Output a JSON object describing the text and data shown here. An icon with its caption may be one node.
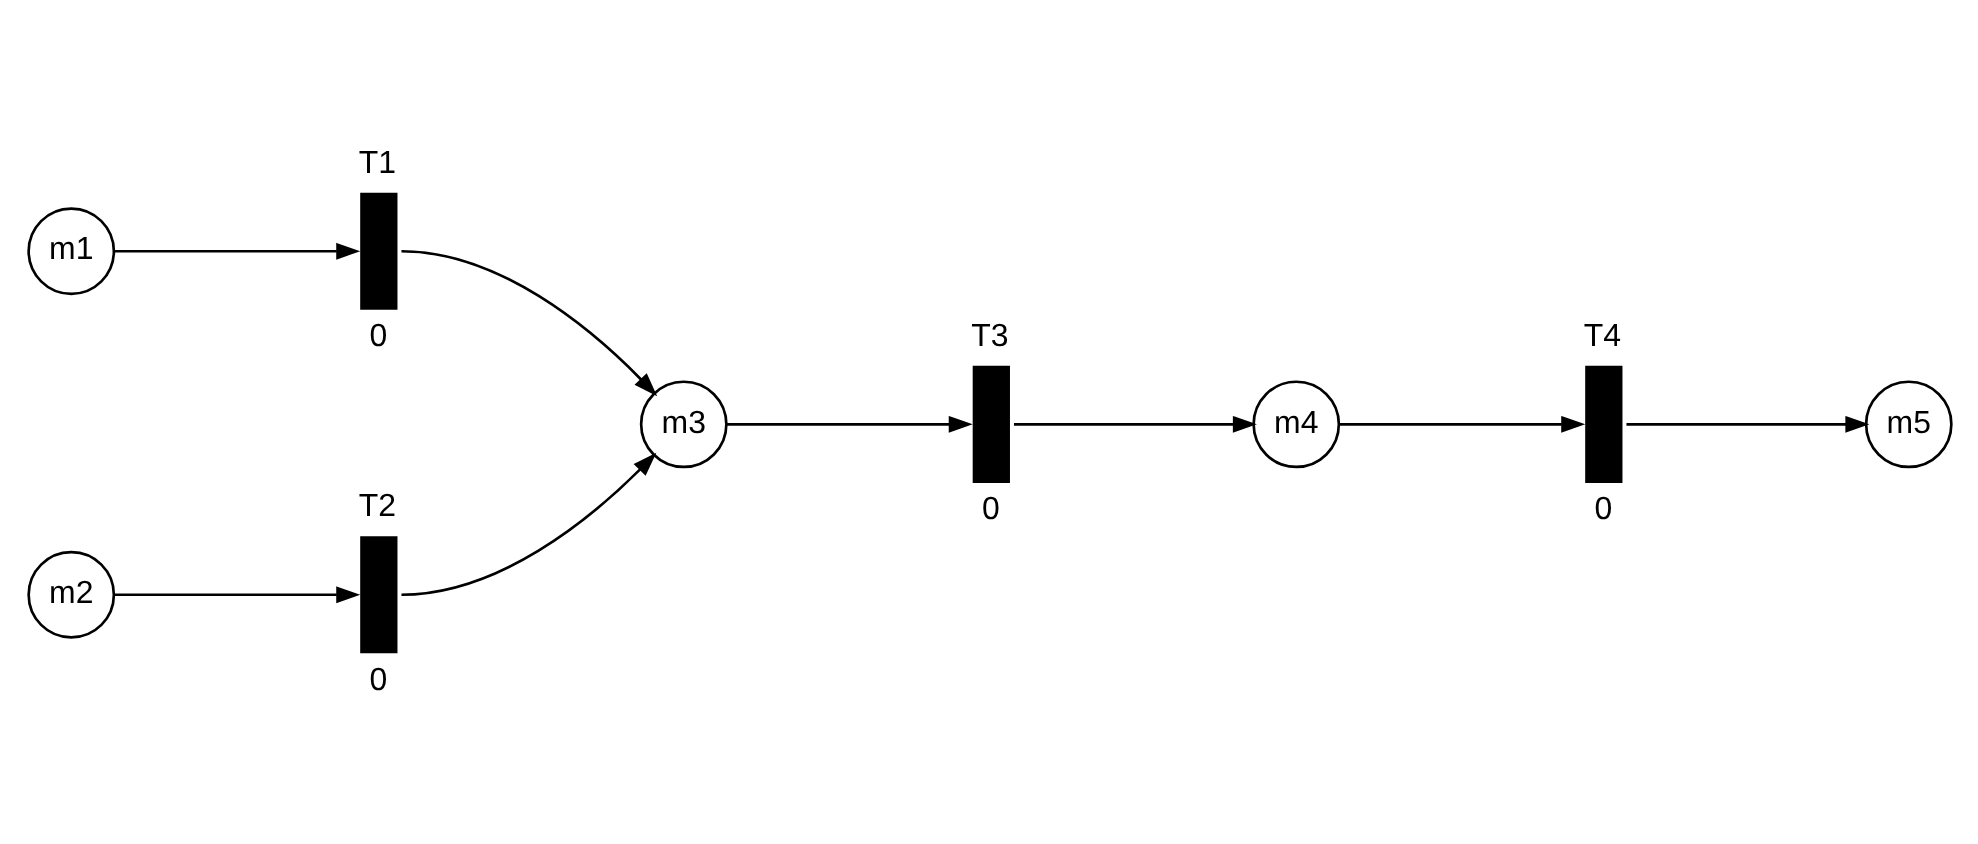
{
  "diagram": {
    "nodes": [
      {
        "text": [
          "m1"
        ]
      },
      {
        "text": [
          "T1"
        ],
        "beside": [
          "0"
        ]
      },
      {
        "text": [
          "m2"
        ]
      },
      {
        "text": [
          "T2"
        ],
        "beside": [
          "0"
        ]
      },
      {
        "text": [
          "m3"
        ]
      },
      {
        "text": [
          "T3"
        ],
        "beside": [
          "0"
        ]
      },
      {
        "text": [
          "m4"
        ]
      },
      {
        "text": [
          "T4"
        ],
        "beside": [
          "0"
        ]
      },
      {
        "text": [
          "m5"
        ]
      }
    ],
    "edges": [
      {
        "from": 0,
        "to": 1,
        "arrow": "to"
      },
      {
        "from": 1,
        "to": 4,
        "arrow": "to"
      },
      {
        "from": 2,
        "to": 3,
        "arrow": "to"
      },
      {
        "from": 3,
        "to": 4,
        "arrow": "to"
      },
      {
        "from": 4,
        "to": 5,
        "arrow": "to"
      },
      {
        "from": 5,
        "to": 6,
        "arrow": "to"
      },
      {
        "from": 6,
        "to": 7,
        "arrow": "to"
      },
      {
        "from": 7,
        "to": 8,
        "arrow": "to"
      }
    ]
  }
}
